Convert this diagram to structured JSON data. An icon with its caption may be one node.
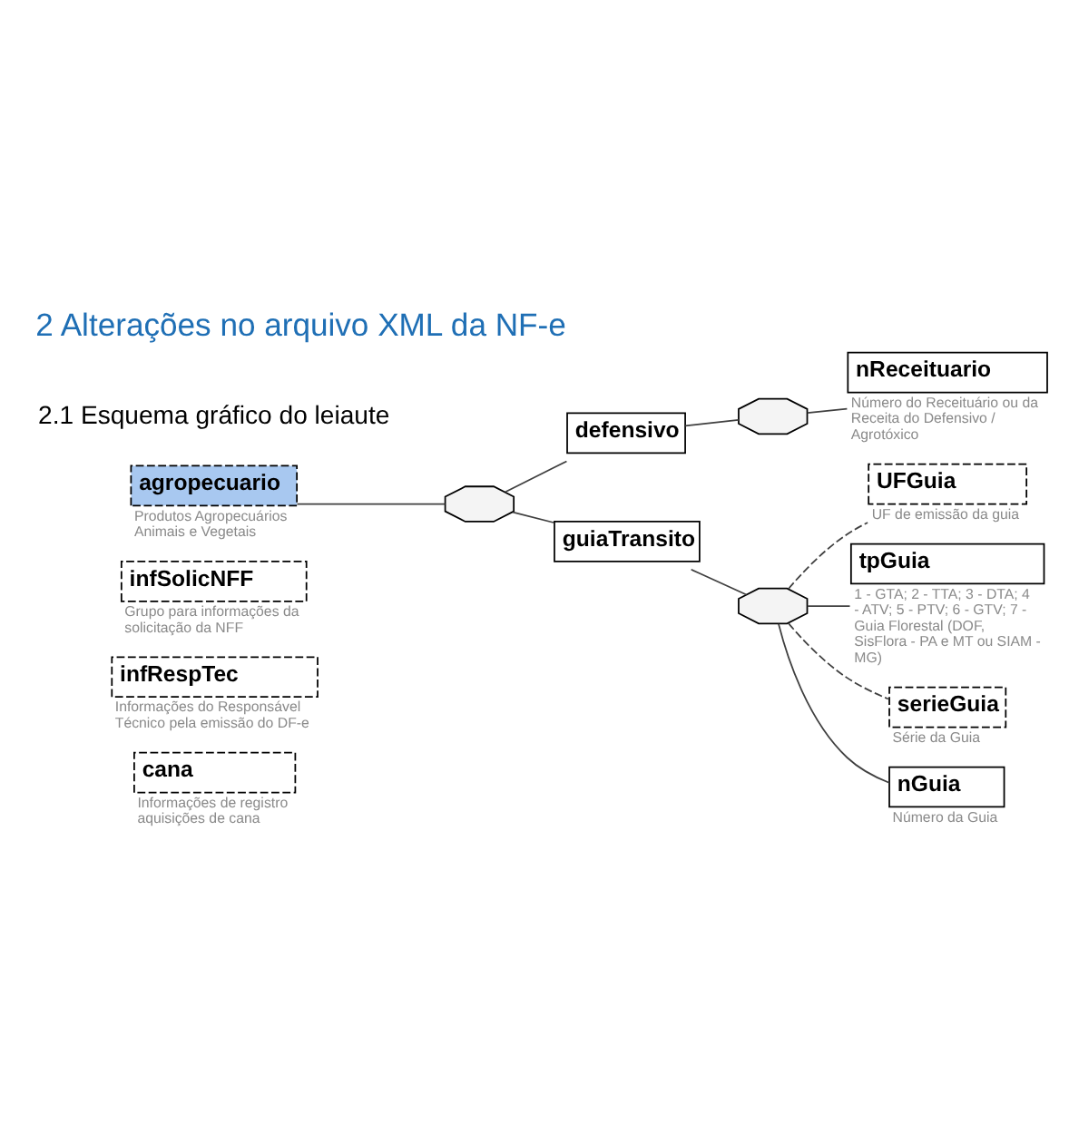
{
  "diagram": {
    "title": "2 Alterações no arquivo XML da NF-e",
    "nodes": [
      {
        "text": [
          "cana"
        ],
        "beside": [
          "Informações de registro aquisições de cana"
        ]
      },
      {
        "text": [
          "infRespTec"
        ],
        "beside": [
          "Informações do Responsável Técnico pela emissão do DF-e"
        ]
      },
      {
        "text": [
          "infSolicNFF"
        ],
        "beside": [
          "Grupo para informações da solicitação da NFF"
        ]
      },
      {
        "text": [
          "agropecuario"
        ],
        "beside": [
          "Produtos Agropecuários Animais e Vegetais"
        ]
      },
      {
        "text": [],
        "shape": "octagon"
      },
      {
        "text": [
          "defensivo"
        ]
      },
      {
        "text": [],
        "shape": "octagon"
      },
      {
        "text": [
          "nReceituario"
        ],
        "beside": [
          "Número do Receituário ou da Receita do Defensivo / Agrotóxico"
        ]
      },
      {
        "text": [
          "guiaTransito"
        ]
      },
      {
        "text": [],
        "shape": "octagon"
      },
      {
        "text": [
          "UFGuia"
        ],
        "beside": [
          "UF de emissão da guia"
        ]
      },
      {
        "text": [
          "tpGuia"
        ],
        "beside": [
          "1 - GTA; 2 - TTA; 3 - DTA; 4 - ATV; 5 - PTV; 6 - GTV; 7 - Guia Florestal (DOF, SisFlora - PA e MT ou SIAM - MG)"
        ]
      },
      {
        "text": [
          "serieGuia"
        ],
        "beside": [
          "Série da Guia"
        ]
      },
      {
        "text": [
          "nGuia"
        ],
        "beside": [
          "Número da Guia"
        ]
      }
    ],
    "edges": [
      {
        "from": 3,
        "to": 4,
        "arrow": "none"
      },
      {
        "from": 4,
        "to": 5,
        "arrow": "none"
      },
      {
        "from": 4,
        "to": 8,
        "arrow": "none"
      },
      {
        "from": 5,
        "to": 6,
        "arrow": "none"
      },
      {
        "from": 6,
        "to": 7,
        "arrow": "none"
      },
      {
        "from": 8,
        "to": 9,
        "arrow": "none"
      },
      {
        "from": 9,
        "to": 10,
        "arrow": "none",
        "style": "dashed"
      },
      {
        "from": 9,
        "to": 11,
        "arrow": "none"
      },
      {
        "from": 9,
        "to": 12,
        "arrow": "none",
        "style": "dashed"
      },
      {
        "from": 9,
        "to": 13,
        "arrow": "none"
      }
    ],
    "labels": [
      "2.1 Esquema gráfico do leiaute"
    ]
  }
}
